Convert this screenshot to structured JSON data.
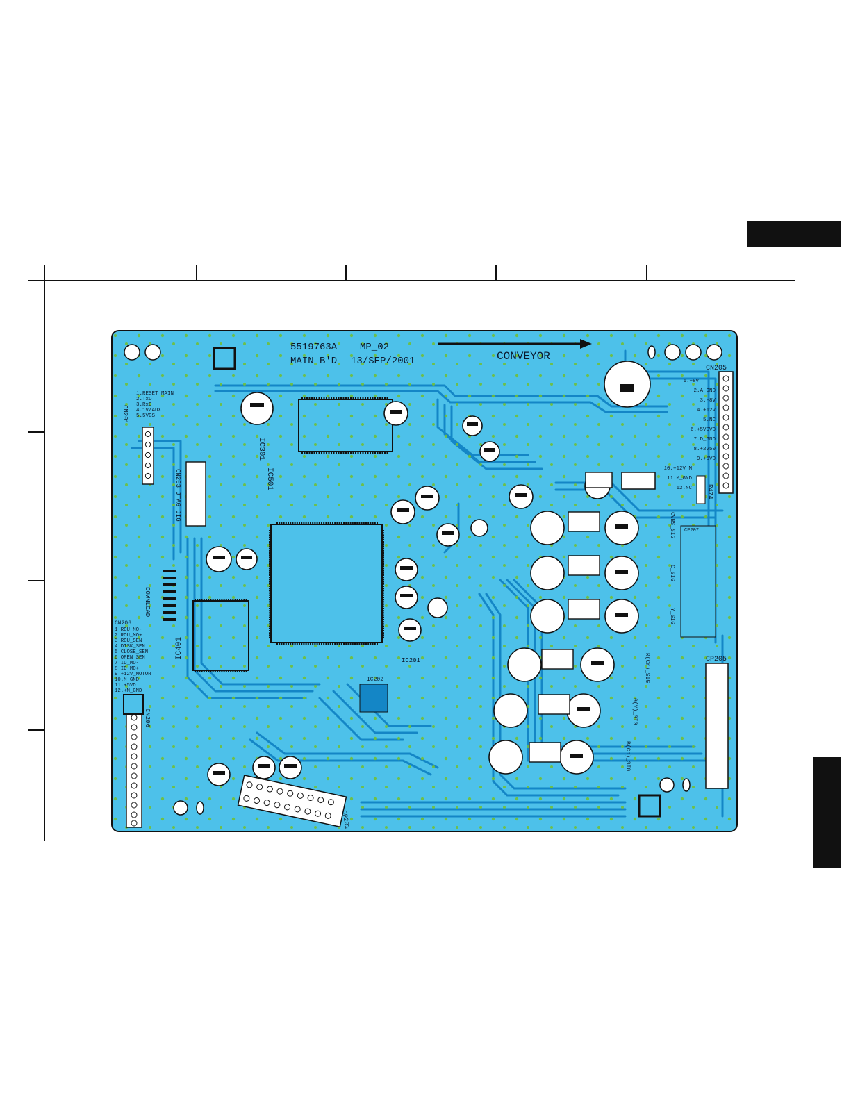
{
  "board": {
    "part_number": "5519763A",
    "model": "MP_02",
    "name": "MAIN B'D",
    "date": "13/SEP/2001",
    "direction_label": "CONVEYOR"
  },
  "connectors": {
    "cn201": {
      "name": "CN201",
      "pins": [
        "1.RESET_MAIN",
        "2.TxD",
        "3.RxD",
        "4.1V/AUX",
        "5.5VGS"
      ]
    },
    "cn205": {
      "name": "CN205",
      "pins": [
        "1.+8V",
        "2.A_GND",
        "3.-8V",
        "4.+12V",
        "5.NC",
        "6.+5VSVD",
        "7.D_GND",
        "8.+2V50",
        "9.+5VD",
        "10.+12V_M",
        "11.M_GND",
        "12.NC"
      ]
    },
    "cn206": {
      "name": "CN206",
      "pins": [
        "1.ROU_MO-",
        "2.ROU_MO+",
        "3.ROU_SEN",
        "4.DISK_SEN",
        "5.CLOSE_SEN",
        "6.OPEN_SEN",
        "7.ID_MO-",
        "8.ID_MO+",
        "9.+12V_MOTOR",
        "10.M_GND",
        "11.+5VD",
        "12.+M_GND"
      ]
    },
    "cn203": {
      "name": "CN203 JTAG_JIG"
    },
    "cp205": {
      "name": "CP205"
    },
    "cp207": {
      "name": "CP207"
    },
    "cp201": {
      "name": "CP201"
    }
  },
  "ics": {
    "ic501": "IC501",
    "ic301": "IC301",
    "ic401": "IC401",
    "ic201": "IC201",
    "ic202": "IC202"
  },
  "signals": {
    "cvbs": "CVBS_SIG",
    "c": "C_SIG",
    "y": "Y_SIG",
    "crcv": "R(Cr)_SIG",
    "ycv": "G(Y)_SIG",
    "cbcv": "B(Cb)_SIG",
    "r474": "R474",
    "download": "DOWNLOAD"
  },
  "colors": {
    "board": "#4dc1ea",
    "trace": "#1486c6",
    "outline": "#111111",
    "pad": "#6fbf3a",
    "text": "#0b1a2e"
  }
}
